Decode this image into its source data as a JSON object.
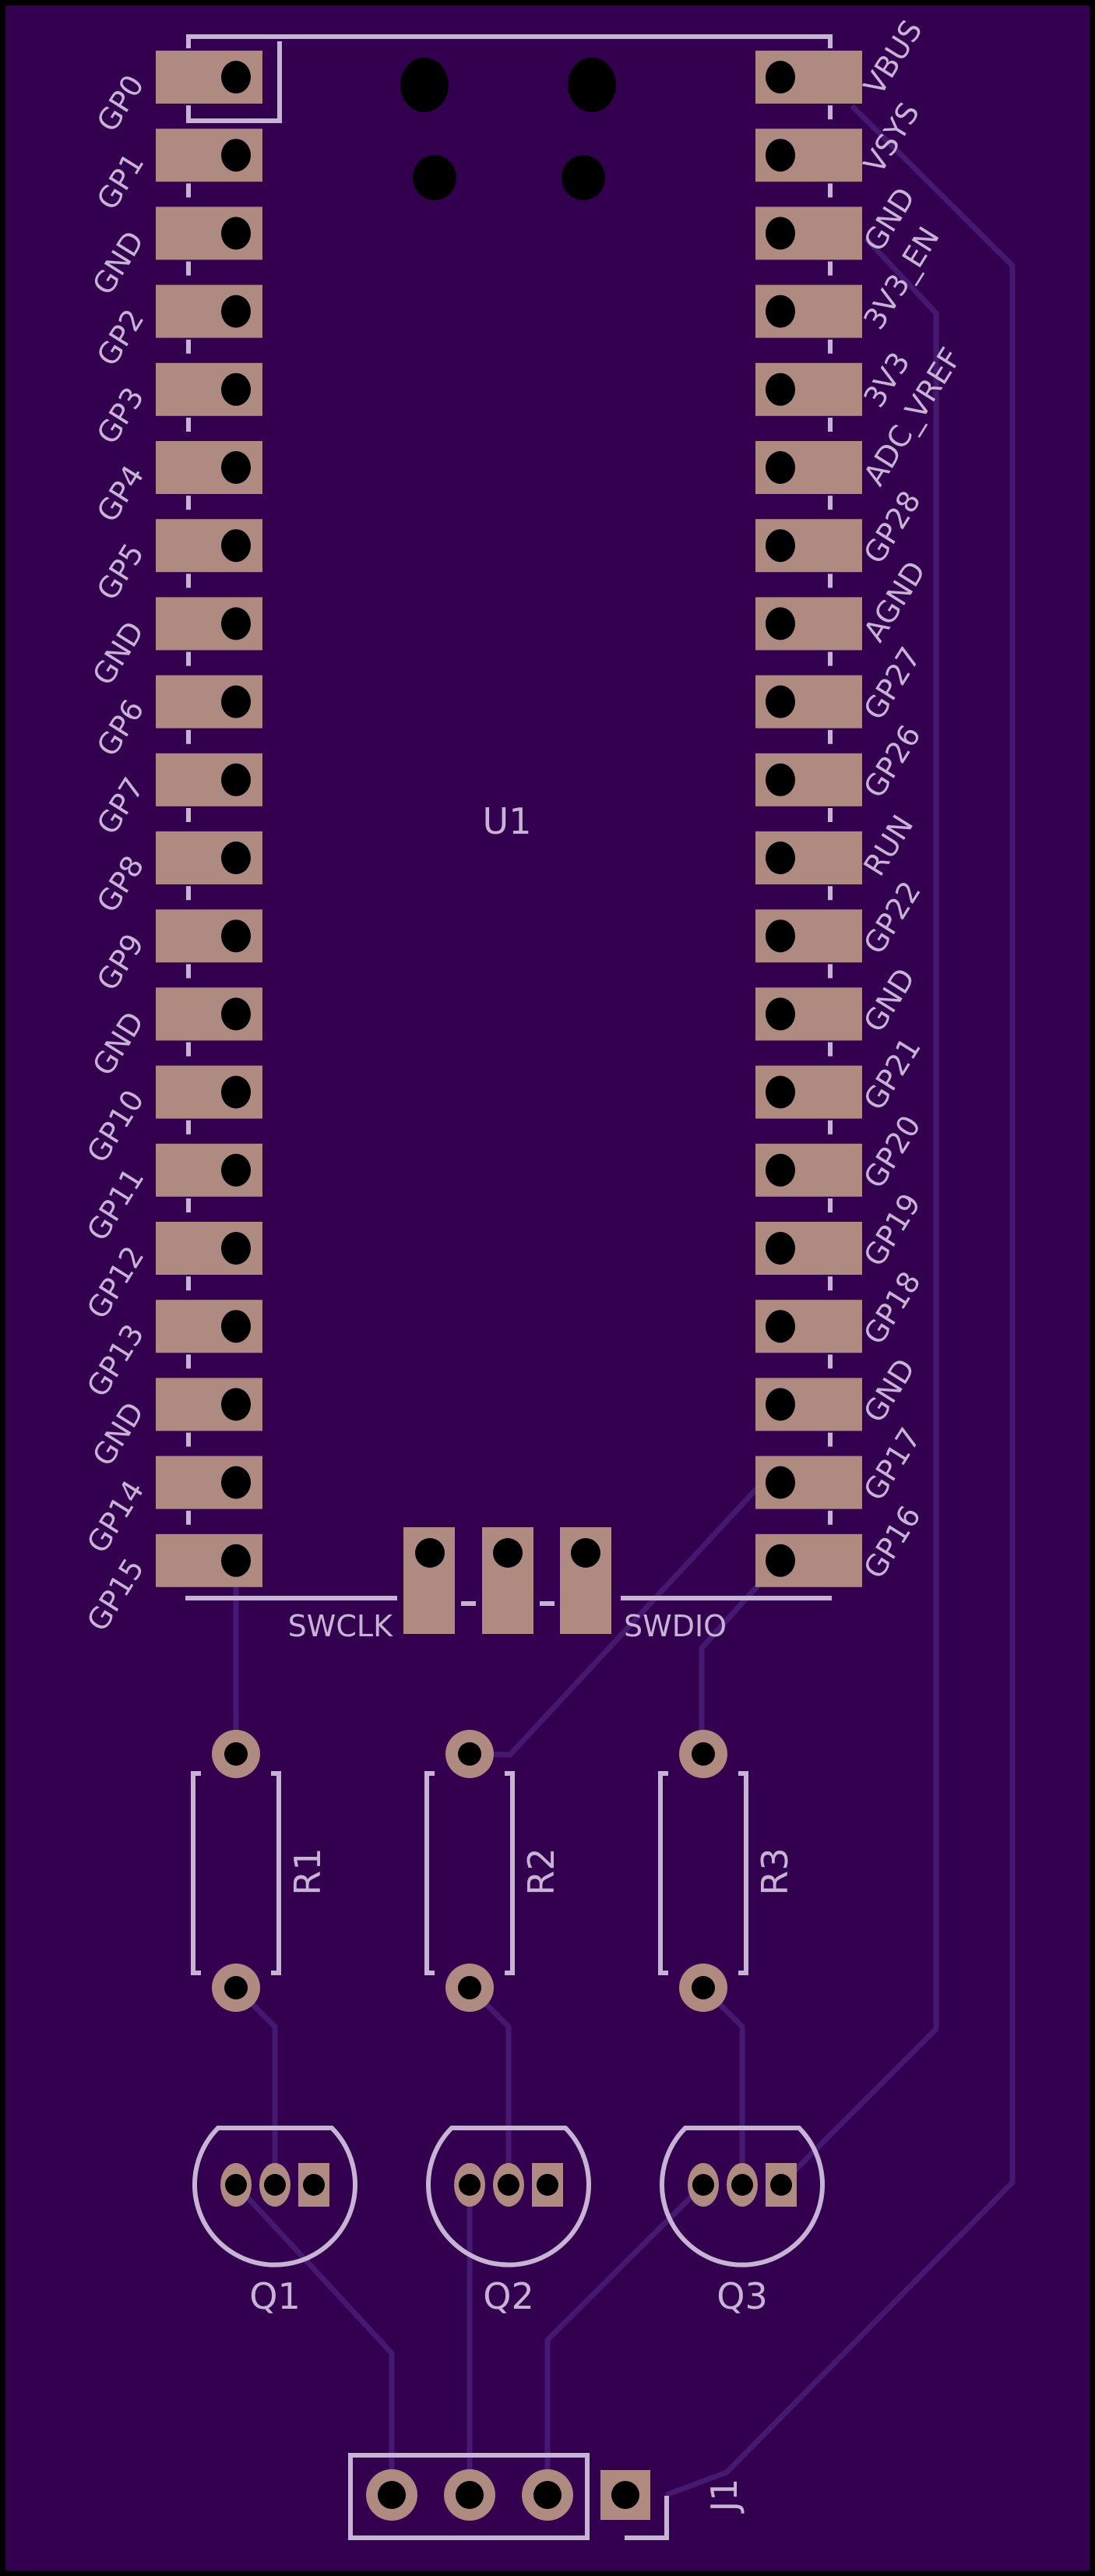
{
  "board": {
    "background_color": "#330050",
    "pad_color": "#ae8a80",
    "silk_color": "#c7b3d4",
    "trace_color": "#45196f"
  },
  "u1": {
    "ref": "U1",
    "left_pins": [
      "GP0",
      "GP1",
      "GND",
      "GP2",
      "GP3",
      "GP4",
      "GP5",
      "GND",
      "GP6",
      "GP7",
      "GP8",
      "GP9",
      "GND",
      "GP10",
      "GP11",
      "GP12",
      "GP13",
      "GND",
      "GP14",
      "GP15"
    ],
    "right_pins": [
      "VBUS",
      "VSYS",
      "GND",
      "3V3_EN",
      "3V3",
      "ADC_VREF",
      "GP28",
      "AGND",
      "GP27",
      "GP26",
      "RUN",
      "GP22",
      "GND",
      "GP21",
      "GP20",
      "GP19",
      "GP18",
      "GND",
      "GP17",
      "GP16"
    ],
    "debug_left_label": "SWCLK",
    "debug_right_label": "SWDIO"
  },
  "resistors": [
    {
      "ref": "R1"
    },
    {
      "ref": "R2"
    },
    {
      "ref": "R3"
    }
  ],
  "transistors": [
    {
      "ref": "Q1"
    },
    {
      "ref": "Q2"
    },
    {
      "ref": "Q3"
    }
  ],
  "connector": {
    "ref": "J1",
    "pins": 4
  }
}
